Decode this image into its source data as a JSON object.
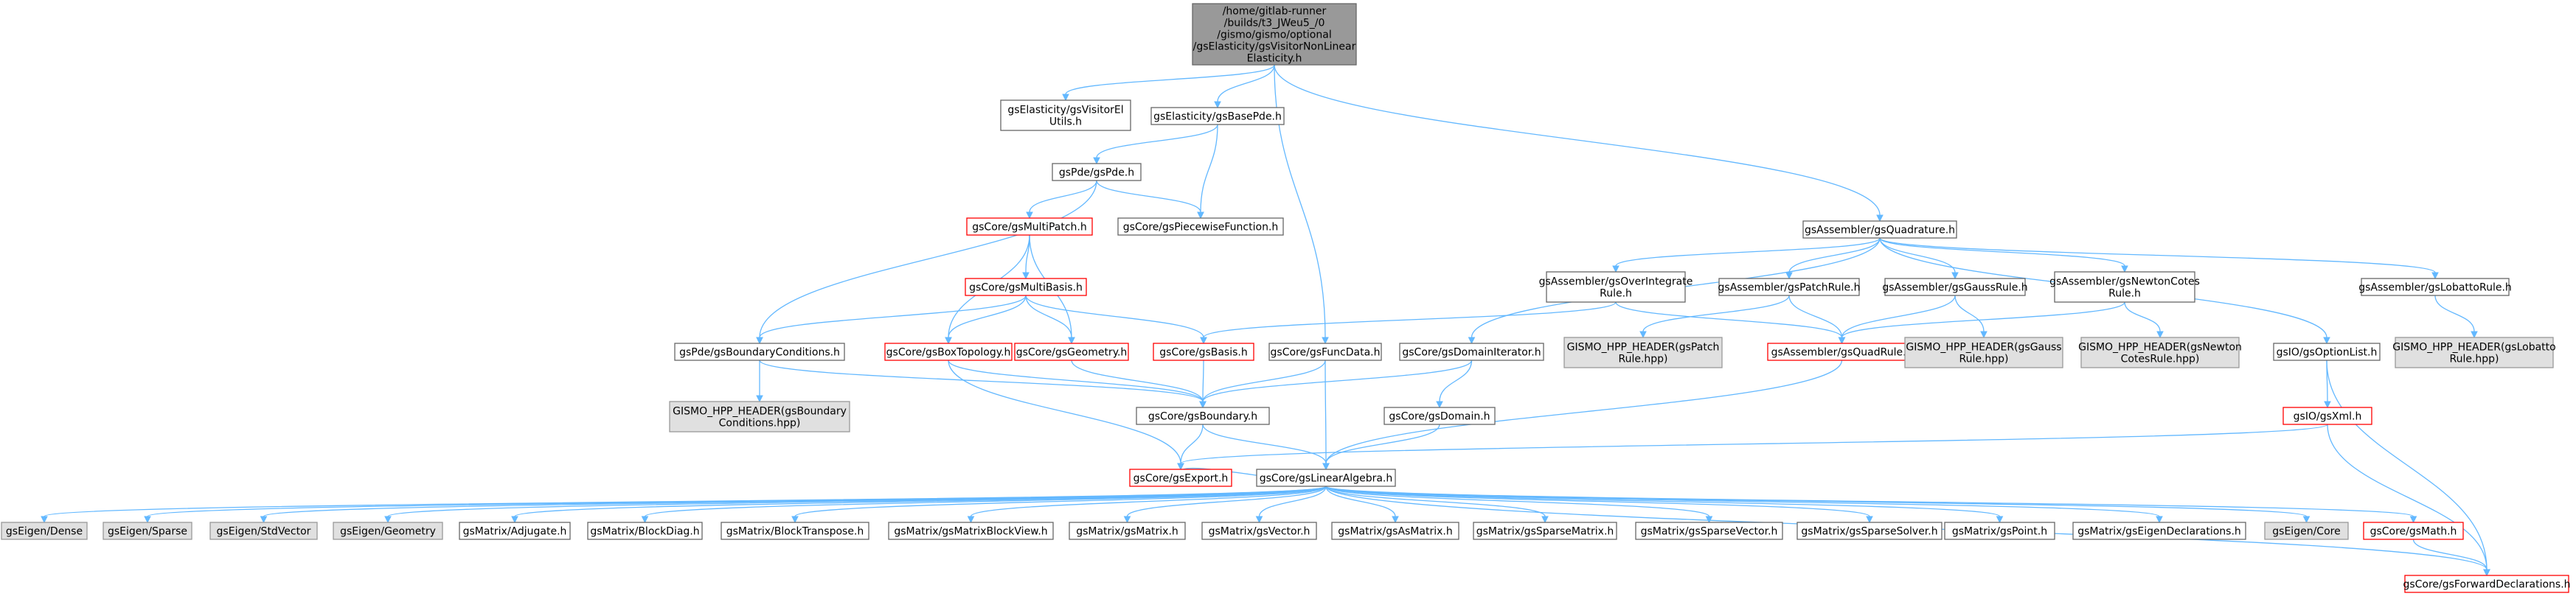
{
  "colors": {
    "edge": "#63b8ff",
    "root_fill": "#999999",
    "normal_border": "#666666",
    "red_border": "#ff0000",
    "gray_fill": "#e0e0e0",
    "gray_border": "#999999"
  },
  "nodes": [
    {
      "id": "root",
      "kind": "root",
      "lines": [
        "/home/gitlab-runner",
        "/builds/t3_JWeu5_/0",
        "/gismo/gismo/optional",
        "/gsElasticity/gsVisitorNonLinear",
        "Elasticity.h"
      ]
    },
    {
      "id": "visitorelutils",
      "kind": "normal",
      "lines": [
        "gsElasticity/gsVisitorEl",
        "Utils.h"
      ]
    },
    {
      "id": "basepde",
      "kind": "normal",
      "lines": [
        "gsElasticity/gsBasePde.h"
      ]
    },
    {
      "id": "pde",
      "kind": "normal",
      "lines": [
        "gsPde/gsPde.h"
      ]
    },
    {
      "id": "piecewise",
      "kind": "normal",
      "lines": [
        "gsCore/gsPiecewiseFunction.h"
      ]
    },
    {
      "id": "multipatch",
      "kind": "red",
      "lines": [
        "gsCore/gsMultiPatch.h"
      ]
    },
    {
      "id": "multibasis",
      "kind": "red",
      "lines": [
        "gsCore/gsMultiBasis.h"
      ]
    },
    {
      "id": "bc",
      "kind": "normal",
      "lines": [
        "gsPde/gsBoundaryConditions.h"
      ]
    },
    {
      "id": "bchpp",
      "kind": "gray",
      "lines": [
        "GISMO_HPP_HEADER(gsBoundary",
        "Conditions.hpp)"
      ]
    },
    {
      "id": "boxtopo",
      "kind": "red",
      "lines": [
        "gsCore/gsBoxTopology.h"
      ]
    },
    {
      "id": "geometry",
      "kind": "red",
      "lines": [
        "gsCore/gsGeometry.h"
      ]
    },
    {
      "id": "basis",
      "kind": "red",
      "lines": [
        "gsCore/gsBasis.h"
      ]
    },
    {
      "id": "funcdata",
      "kind": "normal",
      "lines": [
        "gsCore/gsFuncData.h"
      ]
    },
    {
      "id": "domainiter",
      "kind": "normal",
      "lines": [
        "gsCore/gsDomainIterator.h"
      ]
    },
    {
      "id": "domain",
      "kind": "normal",
      "lines": [
        "gsCore/gsDomain.h"
      ]
    },
    {
      "id": "boundary",
      "kind": "normal",
      "lines": [
        "gsCore/gsBoundary.h"
      ]
    },
    {
      "id": "export",
      "kind": "red",
      "lines": [
        "gsCore/gsExport.h"
      ]
    },
    {
      "id": "linalg",
      "kind": "normal",
      "lines": [
        "gsCore/gsLinearAlgebra.h"
      ]
    },
    {
      "id": "quadrature",
      "kind": "normal",
      "lines": [
        "gsAssembler/gsQuadrature.h"
      ]
    },
    {
      "id": "overintegrate",
      "kind": "normal",
      "lines": [
        "gsAssembler/gsOverIntegrate",
        "Rule.h"
      ]
    },
    {
      "id": "patchrule",
      "kind": "normal",
      "lines": [
        "gsAssembler/gsPatchRule.h"
      ]
    },
    {
      "id": "gaussrule",
      "kind": "normal",
      "lines": [
        "gsAssembler/gsGaussRule.h"
      ]
    },
    {
      "id": "newtoncotes",
      "kind": "normal",
      "lines": [
        "gsAssembler/gsNewtonCotes",
        "Rule.h"
      ]
    },
    {
      "id": "lobatto",
      "kind": "normal",
      "lines": [
        "gsAssembler/gsLobattoRule.h"
      ]
    },
    {
      "id": "patchhpp",
      "kind": "gray",
      "lines": [
        "GISMO_HPP_HEADER(gsPatch",
        "Rule.hpp)"
      ]
    },
    {
      "id": "quadrule",
      "kind": "red",
      "lines": [
        "gsAssembler/gsQuadRule.h"
      ]
    },
    {
      "id": "gausshpp",
      "kind": "gray",
      "lines": [
        "GISMO_HPP_HEADER(gsGauss",
        "Rule.hpp)"
      ]
    },
    {
      "id": "newtonhpp",
      "kind": "gray",
      "lines": [
        "GISMO_HPP_HEADER(gsNewton",
        "CotesRule.hpp)"
      ]
    },
    {
      "id": "optionlist",
      "kind": "normal",
      "lines": [
        "gsIO/gsOptionList.h"
      ]
    },
    {
      "id": "lobattohpp",
      "kind": "gray",
      "lines": [
        "GISMO_HPP_HEADER(gsLobatto",
        "Rule.hpp)"
      ]
    },
    {
      "id": "xml",
      "kind": "red",
      "lines": [
        "gsIO/gsXml.h"
      ]
    },
    {
      "id": "eigendense",
      "kind": "gray",
      "lines": [
        "gsEigen/Dense"
      ]
    },
    {
      "id": "eigensparse",
      "kind": "gray",
      "lines": [
        "gsEigen/Sparse"
      ]
    },
    {
      "id": "eigenstdvector",
      "kind": "gray",
      "lines": [
        "gsEigen/StdVector"
      ]
    },
    {
      "id": "eigengeometry",
      "kind": "gray",
      "lines": [
        "gsEigen/Geometry"
      ]
    },
    {
      "id": "adjugate",
      "kind": "normal",
      "lines": [
        "gsMatrix/Adjugate.h"
      ]
    },
    {
      "id": "blockdiag",
      "kind": "normal",
      "lines": [
        "gsMatrix/BlockDiag.h"
      ]
    },
    {
      "id": "blocktranspose",
      "kind": "normal",
      "lines": [
        "gsMatrix/BlockTranspose.h"
      ]
    },
    {
      "id": "matrixblockview",
      "kind": "normal",
      "lines": [
        "gsMatrix/gsMatrixBlockView.h"
      ]
    },
    {
      "id": "matrix",
      "kind": "normal",
      "lines": [
        "gsMatrix/gsMatrix.h"
      ]
    },
    {
      "id": "vector",
      "kind": "normal",
      "lines": [
        "gsMatrix/gsVector.h"
      ]
    },
    {
      "id": "asmatrix",
      "kind": "normal",
      "lines": [
        "gsMatrix/gsAsMatrix.h"
      ]
    },
    {
      "id": "sparsematrix",
      "kind": "normal",
      "lines": [
        "gsMatrix/gsSparseMatrix.h"
      ]
    },
    {
      "id": "sparsevector",
      "kind": "normal",
      "lines": [
        "gsMatrix/gsSparseVector.h"
      ]
    },
    {
      "id": "sparsesolver",
      "kind": "normal",
      "lines": [
        "gsMatrix/gsSparseSolver.h"
      ]
    },
    {
      "id": "point",
      "kind": "normal",
      "lines": [
        "gsMatrix/gsPoint.h"
      ]
    },
    {
      "id": "eigendecl",
      "kind": "normal",
      "lines": [
        "gsMatrix/gsEigenDeclarations.h"
      ]
    },
    {
      "id": "eigencore",
      "kind": "gray",
      "lines": [
        "gsEigen/Core"
      ]
    },
    {
      "id": "math",
      "kind": "red",
      "lines": [
        "gsCore/gsMath.h"
      ]
    },
    {
      "id": "fwddecl",
      "kind": "red",
      "lines": [
        "gsCore/gsForwardDeclarations.h"
      ]
    }
  ],
  "edges": [
    [
      "root",
      "visitorelutils"
    ],
    [
      "root",
      "basepde"
    ],
    [
      "root",
      "funcdata"
    ],
    [
      "root",
      "quadrature"
    ],
    [
      "basepde",
      "pde"
    ],
    [
      "basepde",
      "piecewise"
    ],
    [
      "pde",
      "multipatch"
    ],
    [
      "pde",
      "bc"
    ],
    [
      "pde",
      "piecewise"
    ],
    [
      "multipatch",
      "multibasis"
    ],
    [
      "multipatch",
      "boxtopo"
    ],
    [
      "multipatch",
      "geometry"
    ],
    [
      "multibasis",
      "bc"
    ],
    [
      "multibasis",
      "boxtopo"
    ],
    [
      "multibasis",
      "geometry"
    ],
    [
      "multibasis",
      "basis"
    ],
    [
      "bc",
      "bchpp"
    ],
    [
      "bc",
      "boundary"
    ],
    [
      "boxtopo",
      "boundary"
    ],
    [
      "boxtopo",
      "export"
    ],
    [
      "geometry",
      "boundary"
    ],
    [
      "basis",
      "boundary"
    ],
    [
      "funcdata",
      "boundary"
    ],
    [
      "funcdata",
      "linalg"
    ],
    [
      "domainiter",
      "boundary"
    ],
    [
      "domainiter",
      "domain"
    ],
    [
      "domain",
      "linalg"
    ],
    [
      "boundary",
      "export"
    ],
    [
      "boundary",
      "linalg"
    ],
    [
      "quadrature",
      "domainiter"
    ],
    [
      "quadrature",
      "overintegrate"
    ],
    [
      "quadrature",
      "patchrule"
    ],
    [
      "quadrature",
      "gaussrule"
    ],
    [
      "quadrature",
      "newtoncotes"
    ],
    [
      "quadrature",
      "optionlist"
    ],
    [
      "quadrature",
      "lobatto"
    ],
    [
      "overintegrate",
      "basis"
    ],
    [
      "overintegrate",
      "quadrule"
    ],
    [
      "patchrule",
      "patchhpp"
    ],
    [
      "patchrule",
      "quadrule"
    ],
    [
      "gaussrule",
      "quadrule"
    ],
    [
      "gaussrule",
      "gausshpp"
    ],
    [
      "newtoncotes",
      "quadrule"
    ],
    [
      "newtoncotes",
      "newtonhpp"
    ],
    [
      "lobatto",
      "lobattohpp"
    ],
    [
      "quadrule",
      "linalg"
    ],
    [
      "optionlist",
      "xml"
    ],
    [
      "optionlist",
      "fwddecl"
    ],
    [
      "xml",
      "export"
    ],
    [
      "xml",
      "fwddecl"
    ],
    [
      "linalg",
      "eigendense"
    ],
    [
      "linalg",
      "eigensparse"
    ],
    [
      "linalg",
      "eigenstdvector"
    ],
    [
      "linalg",
      "eigengeometry"
    ],
    [
      "linalg",
      "adjugate"
    ],
    [
      "linalg",
      "blockdiag"
    ],
    [
      "linalg",
      "blocktranspose"
    ],
    [
      "linalg",
      "matrixblockview"
    ],
    [
      "linalg",
      "matrix"
    ],
    [
      "linalg",
      "vector"
    ],
    [
      "linalg",
      "asmatrix"
    ],
    [
      "linalg",
      "sparsematrix"
    ],
    [
      "linalg",
      "sparsevector"
    ],
    [
      "linalg",
      "sparsesolver"
    ],
    [
      "linalg",
      "point"
    ],
    [
      "linalg",
      "eigendecl"
    ],
    [
      "linalg",
      "eigencore"
    ],
    [
      "linalg",
      "math"
    ],
    [
      "linalg",
      "fwddecl"
    ],
    [
      "linalg",
      "export"
    ],
    [
      "math",
      "fwddecl"
    ]
  ]
}
